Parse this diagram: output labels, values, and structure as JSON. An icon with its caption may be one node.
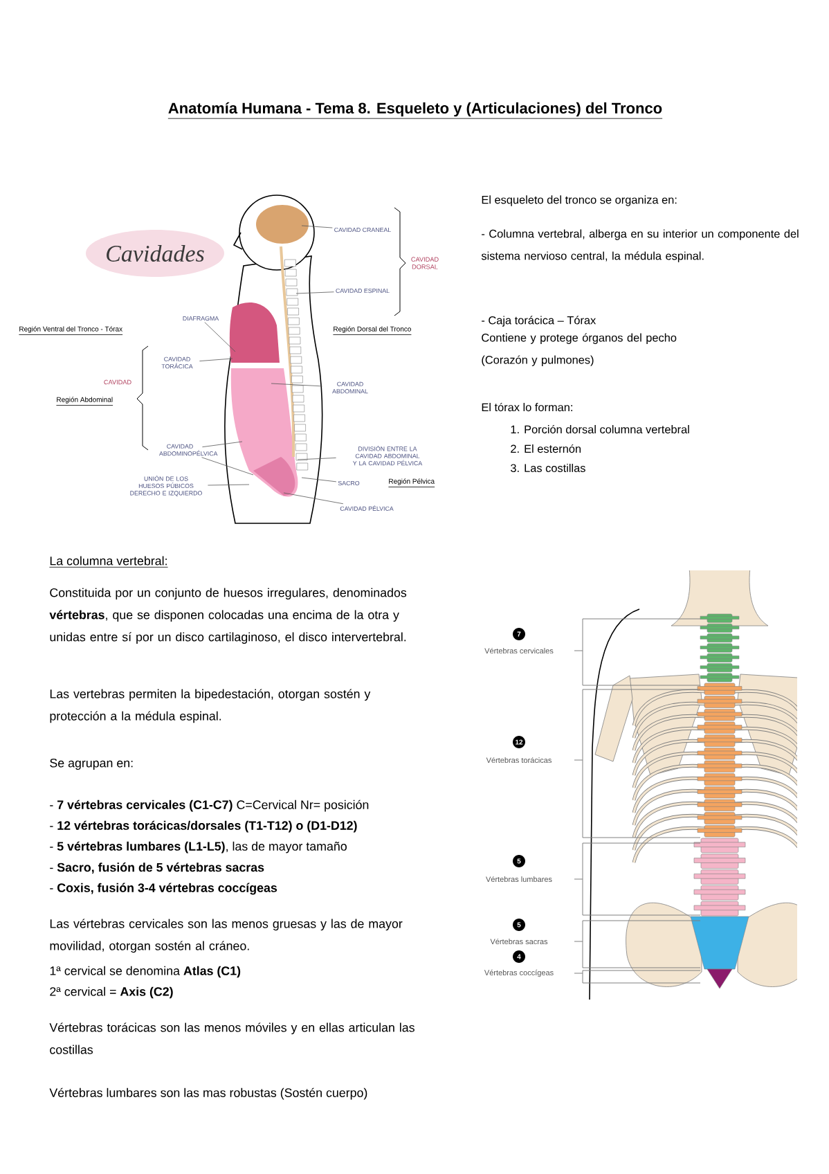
{
  "diagram": {
    "title": "Anatomía Humana - Tema 8. Esqueleto y (Articulaciones) del Tronco",
    "nodes": [
      {
        "text": [
          "CAVIDAD CRANEAL"
        ]
      },
      {
        "text": [
          "CAVIDAD ESPINAL"
        ]
      },
      {
        "text": [
          "DIAFRAGMA"
        ]
      },
      {
        "text": [
          "CAVIDAD TORÁCICA"
        ]
      },
      {
        "text": [
          "CAVIDAD ABDOMINAL"
        ]
      },
      {
        "text": [
          "CAVIDAD ABDOMINOPÉLVICA"
        ]
      },
      {
        "text": [
          "DIVISIÓN ENTRE LA CAVIDAD ABDOMINAL Y LA CAVIDAD PÉLVICA"
        ]
      },
      {
        "text": [
          "UNIÓN DE LOS HUESOS PÚBICOS DERECHO E IZQUIERDO"
        ]
      },
      {
        "text": [
          "SACRO"
        ]
      },
      {
        "text": [
          "CAVIDAD PÉLVICA"
        ]
      }
    ],
    "edges": [
      {
        "from": 0,
        "to": null,
        "arrow": "none"
      },
      {
        "from": 1,
        "to": null,
        "arrow": "none"
      },
      {
        "from": 2,
        "to": null,
        "arrow": "none"
      },
      {
        "from": 3,
        "to": null,
        "arrow": "none"
      },
      {
        "from": 4,
        "to": null,
        "arrow": "none"
      },
      {
        "from": 5,
        "to": null,
        "arrow": "none"
      },
      {
        "from": 5,
        "to": null,
        "arrow": "none"
      },
      {
        "from": 6,
        "to": null,
        "arrow": "none"
      },
      {
        "from": 7,
        "to": null,
        "arrow": "none"
      },
      {
        "from": 8,
        "to": null,
        "arrow": "none"
      },
      {
        "from": 9,
        "to": null,
        "arrow": "none"
      }
    ],
    "labels": [
      "Cavidades",
      "CAVIDAD DORSAL",
      "Región Ventral del Tronco - Tórax",
      "Región Dorsal del Tronco",
      "CAVIDAD",
      "Región Abdominal",
      "Región Pélvica",
      "El esqueleto del tronco se organiza en:",
      "- Columna vertebral, alberga en su interior un componente del sistema nervioso central, la médula espinal.",
      "- Caja torácica – Tórax",
      "Contiene y protege órganos del pecho (Corazón y pulmones)",
      "El tórax lo forman:",
      "1. Porción dorsal columna vertebral",
      "2. El esternón",
      "3. Las costillas",
      "La columna vertebral:",
      "Constituida por un conjunto de huesos irregulares, denominados **vértebras**, que se disponen colocadas una encima de la otra y unidas entre sí por un disco cartilaginoso, el disco intervertebral.",
      "Las vertebras permiten la bipedestación, otorgan sostén y protección a la médula espinal.",
      "Se agrupan en:",
      "- **7 vértebras cervicales (C1-C7)** C=Cervical Nr= posición",
      "- **12 vértebras torácicas/dorsales (T1-T12) o (D1-D12)**",
      "- **5 vértebras lumbares (L1-L5)**, las de mayor tamaño",
      "- **Sacro, fusión de 5 vértebras sacras**",
      "- **Coxis, fusión 3-4 vértebras coccígeas**",
      "Las vértebras cervicales son las menos gruesas y las de mayor movilidad, otorgan sostén al cráneo.",
      "1ª cervical se denomina **Atlas (C1)**",
      "2ª cervical = **Axis (C2)**",
      "Vértebras torácicas son las menos móviles y en ellas articulan las costillas",
      "Vértebras lumbares son las mas robustas (Sostén cuerpo)",
      "7",
      "Vértebras cervicales",
      "12",
      "Vértebras torácicas",
      "5",
      "Vértebras lumbares",
      "5",
      "Vértebras sacras",
      "4",
      "Vértebras coccígeas"
    ]
  }
}
